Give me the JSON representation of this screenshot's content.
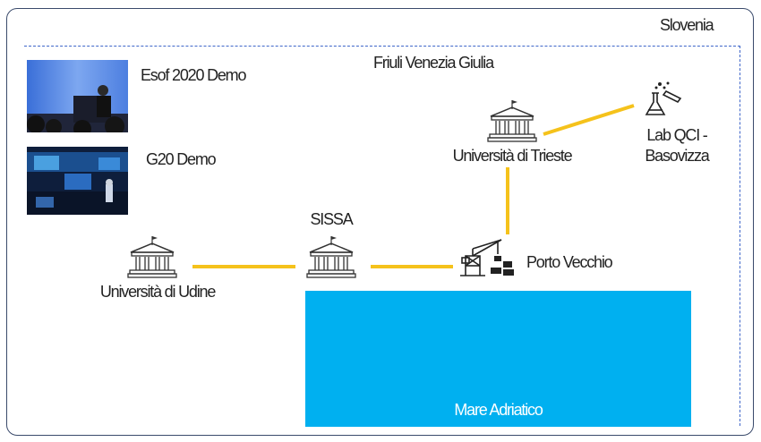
{
  "region_outer_label": "Slovenia",
  "region_inner_label": "Friuli Venezia Giulia",
  "demos": [
    {
      "label": "Esof 2020 Demo",
      "thumbnail": "conference-speaker-photo"
    },
    {
      "label": "G20 Demo",
      "thumbnail": "stage-presentation-photo"
    }
  ],
  "nodes": {
    "udine": {
      "label": "Università di Udine",
      "icon": "university-building-icon"
    },
    "sissa": {
      "label": "SISSA",
      "icon": "university-building-icon"
    },
    "porto": {
      "label": "Porto Vecchio",
      "icon": "port-crane-icon"
    },
    "trieste": {
      "label": "Università di Trieste",
      "icon": "university-building-icon"
    },
    "lab": {
      "label": "Lab QCI -\nBasovizza",
      "icon": "lab-flask-icon"
    }
  },
  "sea": {
    "label": "Mare Adriatico"
  },
  "colors": {
    "link": "#f5c21b",
    "sea": "#00b0f0",
    "region_border": "#3f66c9",
    "outer_border": "#3a4a6b"
  },
  "links": [
    [
      "udine",
      "sissa"
    ],
    [
      "sissa",
      "porto"
    ],
    [
      "porto",
      "trieste"
    ],
    [
      "trieste",
      "lab"
    ]
  ]
}
